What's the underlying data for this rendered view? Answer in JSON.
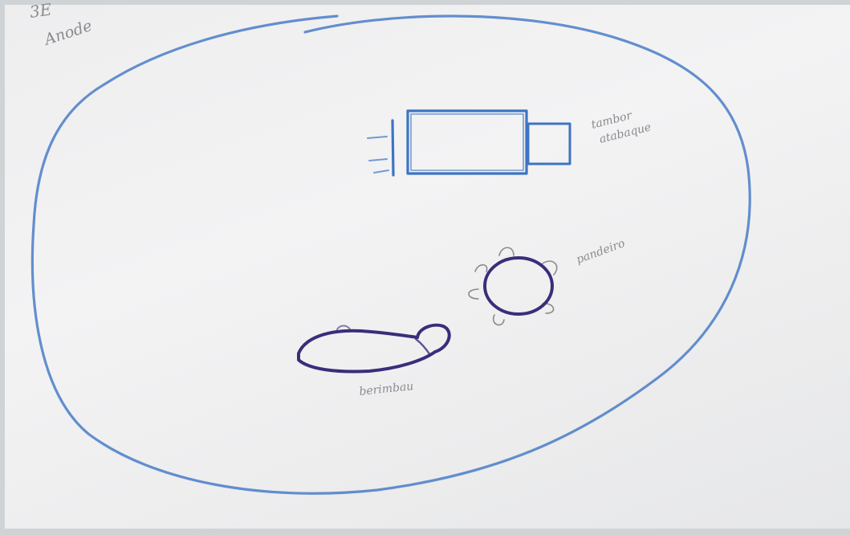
{
  "drawing": {
    "corner_note": {
      "line1": "3E",
      "line2": "Anode"
    },
    "labels": {
      "tambor": "tambor",
      "atabaque": "atabaque",
      "pandeiro": "pandeiro",
      "berimbau": "berimbau"
    },
    "colors": {
      "outline_blue": "#4f7fc8",
      "drum_blue": "#3d74c2",
      "instrument_purple": "#3b2d7a",
      "pencil_gray": "#8a8a90",
      "paper": "#f0f0f1"
    }
  }
}
